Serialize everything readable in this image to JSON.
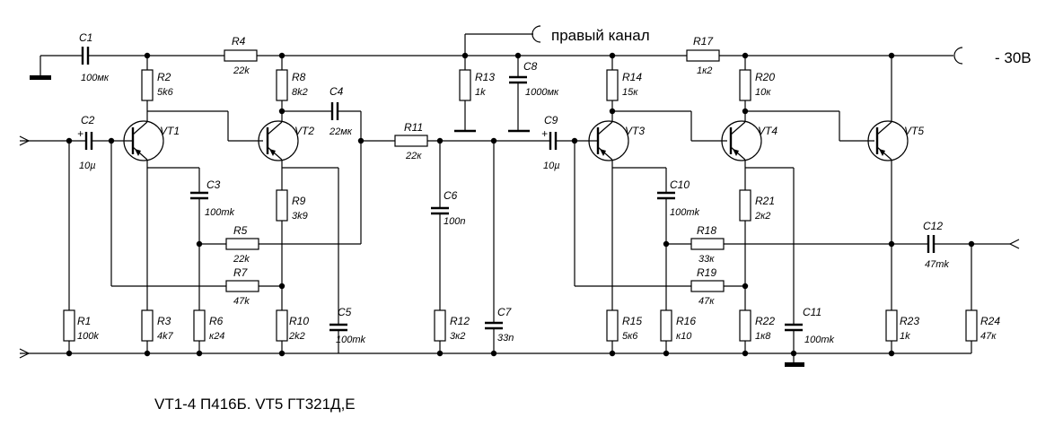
{
  "labels": {
    "channel": "правый канал",
    "supply": "- 30В",
    "note": "VT1-4 П416Б. VT5 ГТ321Д,Е"
  },
  "transistors": {
    "VT1": "VT1",
    "VT2": "VT2",
    "VT3": "VT3",
    "VT4": "VT4",
    "VT5": "VT5"
  },
  "components": {
    "C1": {
      "ref": "C1",
      "value": "100мк"
    },
    "C2": {
      "ref": "C2",
      "value": "10µ"
    },
    "C3": {
      "ref": "C3",
      "value": "100mk"
    },
    "C4": {
      "ref": "C4",
      "value": "22мк"
    },
    "C5": {
      "ref": "C5",
      "value": "100mk"
    },
    "C6": {
      "ref": "C6",
      "value": "100n"
    },
    "C7": {
      "ref": "C7",
      "value": "33n"
    },
    "C8": {
      "ref": "C8",
      "value": "1000мк"
    },
    "C9": {
      "ref": "C9",
      "value": "10µ"
    },
    "C10": {
      "ref": "C10",
      "value": "100mk"
    },
    "C11": {
      "ref": "C11",
      "value": "100mk"
    },
    "C12": {
      "ref": "C12",
      "value": "47mk"
    },
    "R1": {
      "ref": "R1",
      "value": "100k"
    },
    "R2": {
      "ref": "R2",
      "value": "5k6"
    },
    "R3": {
      "ref": "R3",
      "value": "4k7"
    },
    "R4": {
      "ref": "R4",
      "value": "22k"
    },
    "R5": {
      "ref": "R5",
      "value": "22k"
    },
    "R6": {
      "ref": "R6",
      "value": "к24"
    },
    "R7": {
      "ref": "R7",
      "value": "47k"
    },
    "R8": {
      "ref": "R8",
      "value": "8k2"
    },
    "R9": {
      "ref": "R9",
      "value": "3k9"
    },
    "R10": {
      "ref": "R10",
      "value": "2k2"
    },
    "R11": {
      "ref": "R11",
      "value": "22к"
    },
    "R12": {
      "ref": "R12",
      "value": "3к2"
    },
    "R13": {
      "ref": "R13",
      "value": "1k"
    },
    "R14": {
      "ref": "R14",
      "value": "15к"
    },
    "R15": {
      "ref": "R15",
      "value": "5к6"
    },
    "R16": {
      "ref": "R16",
      "value": "к10"
    },
    "R17": {
      "ref": "R17",
      "value": "1к2"
    },
    "R18": {
      "ref": "R18",
      "value": "33к"
    },
    "R19": {
      "ref": "R19",
      "value": "47к"
    },
    "R20": {
      "ref": "R20",
      "value": "10к"
    },
    "R21": {
      "ref": "R21",
      "value": "2к2"
    },
    "R22": {
      "ref": "R22",
      "value": "1к8"
    },
    "R23": {
      "ref": "R23",
      "value": "1k"
    },
    "R24": {
      "ref": "R24",
      "value": "47к"
    }
  },
  "plus_sign": "+"
}
